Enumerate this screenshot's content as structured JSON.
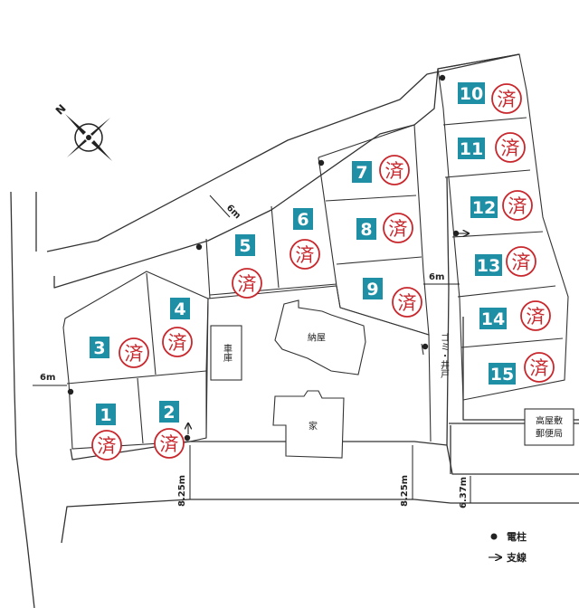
{
  "lots": [
    {
      "number": "1",
      "status": "済"
    },
    {
      "number": "2",
      "status": "済"
    },
    {
      "number": "3",
      "status": "済"
    },
    {
      "number": "4",
      "status": "済"
    },
    {
      "number": "5",
      "status": "済"
    },
    {
      "number": "6",
      "status": "済"
    },
    {
      "number": "7",
      "status": "済"
    },
    {
      "number": "8",
      "status": "済"
    },
    {
      "number": "9",
      "status": "済"
    },
    {
      "number": "10",
      "status": "済"
    },
    {
      "number": "11",
      "status": "済"
    },
    {
      "number": "12",
      "status": "済"
    },
    {
      "number": "13",
      "status": "済"
    },
    {
      "number": "14",
      "status": "済"
    },
    {
      "number": "15",
      "status": "済"
    }
  ],
  "road_widths": {
    "north_road": "6m",
    "west_road": "6m",
    "east_road": "6m",
    "south_road_left": "8.25m",
    "south_road_mid": "8.25m",
    "south_road_right": "6.37m"
  },
  "buildings": {
    "garage": "車庫",
    "storehouse": "納屋",
    "house": "家",
    "post_office": "高屋敷郵便局",
    "garbage_well": "ゴミ・井戸"
  },
  "compass": {
    "north_label": "N"
  },
  "legend": {
    "utility_pole": "電柱",
    "guy_wire": "支線"
  },
  "colors": {
    "badge": "#1f8fa6",
    "sold_stamp": "#c8282d",
    "lines": "#333333"
  }
}
